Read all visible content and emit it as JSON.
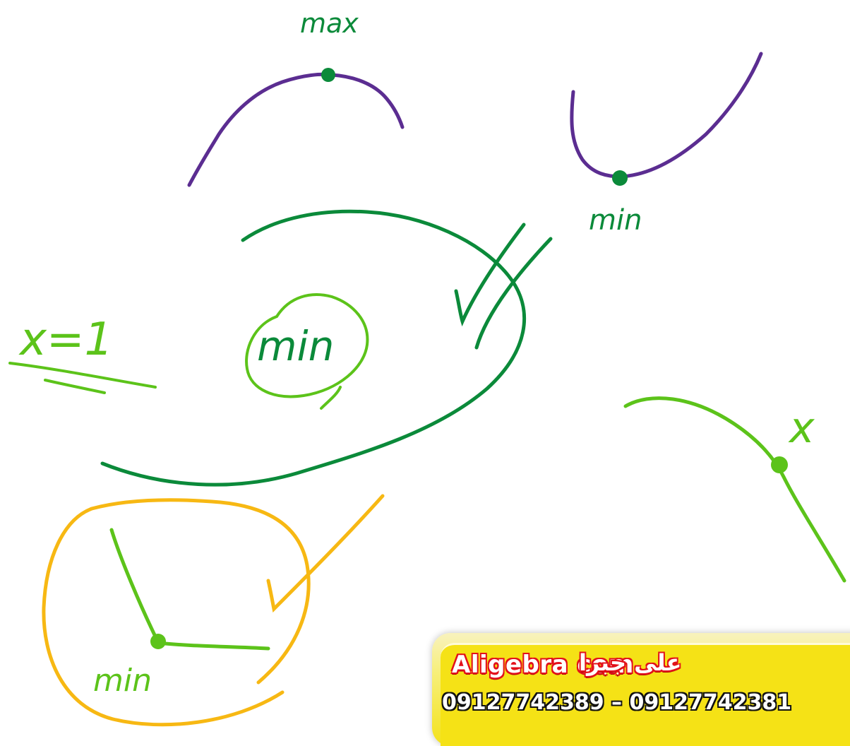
{
  "annotations": {
    "max_label": "max",
    "min_label_purple": "min",
    "min_label_circled": "min",
    "equation": "x=1",
    "cross_mark": "x",
    "min_label_corner": "min"
  },
  "banner": {
    "brand": "Aligebra com",
    "brand_fa": "علی جبرا",
    "phones": "09127742389 – 09127742381"
  },
  "colors": {
    "purple": "#5b2d91",
    "dark_green": "#0b8a3a",
    "light_green": "#5cc31a",
    "orange": "#f7b813",
    "banner_yellow": "#f5e216",
    "banner_red": "#e3101a"
  }
}
